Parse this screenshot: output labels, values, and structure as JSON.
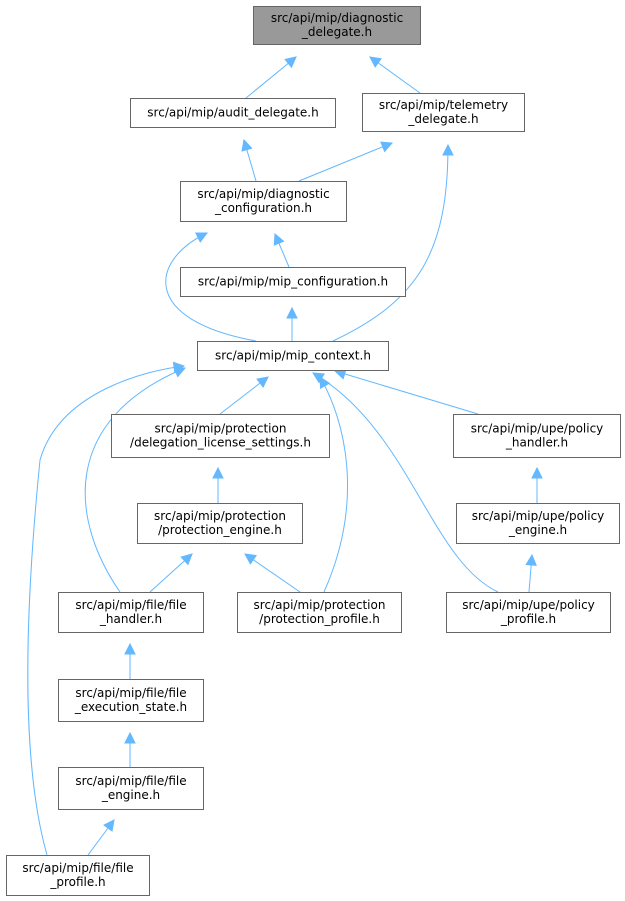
{
  "nodes": [
    {
      "id": "diagnostic_delegate",
      "lines": [
        "src/api/mip/diagnostic",
        "_delegate.h"
      ],
      "highlighted": true
    },
    {
      "id": "audit_delegate",
      "lines": [
        "src/api/mip/audit_delegate.h"
      ]
    },
    {
      "id": "telemetry_delegate",
      "lines": [
        "src/api/mip/telemetry",
        "_delegate.h"
      ]
    },
    {
      "id": "diagnostic_configuration",
      "lines": [
        "src/api/mip/diagnostic",
        "_configuration.h"
      ]
    },
    {
      "id": "mip_configuration",
      "lines": [
        "src/api/mip/mip_configuration.h"
      ]
    },
    {
      "id": "mip_context",
      "lines": [
        "src/api/mip/mip_context.h"
      ]
    },
    {
      "id": "delegation_license_settings",
      "lines": [
        "src/api/mip/protection",
        "/delegation_license_settings.h"
      ]
    },
    {
      "id": "upe_policy_handler",
      "lines": [
        "src/api/mip/upe/policy",
        "_handler.h"
      ]
    },
    {
      "id": "protection_engine",
      "lines": [
        "src/api/mip/protection",
        "/protection_engine.h"
      ]
    },
    {
      "id": "upe_policy_engine",
      "lines": [
        "src/api/mip/upe/policy",
        "_engine.h"
      ]
    },
    {
      "id": "file_handler",
      "lines": [
        "src/api/mip/file/file",
        "_handler.h"
      ]
    },
    {
      "id": "protection_profile",
      "lines": [
        "src/api/mip/protection",
        "/protection_profile.h"
      ]
    },
    {
      "id": "upe_policy_profile",
      "lines": [
        "src/api/mip/upe/policy",
        "_profile.h"
      ]
    },
    {
      "id": "file_execution_state",
      "lines": [
        "src/api/mip/file/file",
        "_execution_state.h"
      ]
    },
    {
      "id": "file_engine",
      "lines": [
        "src/api/mip/file/file",
        "_engine.h"
      ]
    },
    {
      "id": "file_profile",
      "lines": [
        "src/api/mip/file/file",
        "_profile.h"
      ]
    }
  ],
  "edges": [
    {
      "from": "audit_delegate",
      "to": "diagnostic_delegate"
    },
    {
      "from": "telemetry_delegate",
      "to": "diagnostic_delegate"
    },
    {
      "from": "diagnostic_configuration",
      "to": "audit_delegate"
    },
    {
      "from": "diagnostic_configuration",
      "to": "telemetry_delegate"
    },
    {
      "from": "mip_context",
      "to": "telemetry_delegate"
    },
    {
      "from": "mip_configuration",
      "to": "diagnostic_configuration"
    },
    {
      "from": "mip_context",
      "to": "diagnostic_configuration"
    },
    {
      "from": "mip_context",
      "to": "mip_configuration"
    },
    {
      "from": "delegation_license_settings",
      "to": "mip_context"
    },
    {
      "from": "upe_policy_handler",
      "to": "mip_context"
    },
    {
      "from": "file_handler",
      "to": "mip_context"
    },
    {
      "from": "protection_profile",
      "to": "mip_context"
    },
    {
      "from": "upe_policy_profile",
      "to": "mip_context"
    },
    {
      "from": "file_profile",
      "to": "mip_context"
    },
    {
      "from": "protection_engine",
      "to": "delegation_license_settings"
    },
    {
      "from": "file_handler",
      "to": "protection_engine"
    },
    {
      "from": "protection_profile",
      "to": "protection_engine"
    },
    {
      "from": "upe_policy_engine",
      "to": "upe_policy_handler"
    },
    {
      "from": "upe_policy_profile",
      "to": "upe_policy_engine"
    },
    {
      "from": "file_execution_state",
      "to": "file_handler"
    },
    {
      "from": "file_engine",
      "to": "file_execution_state"
    },
    {
      "from": "file_profile",
      "to": "file_engine"
    }
  ]
}
